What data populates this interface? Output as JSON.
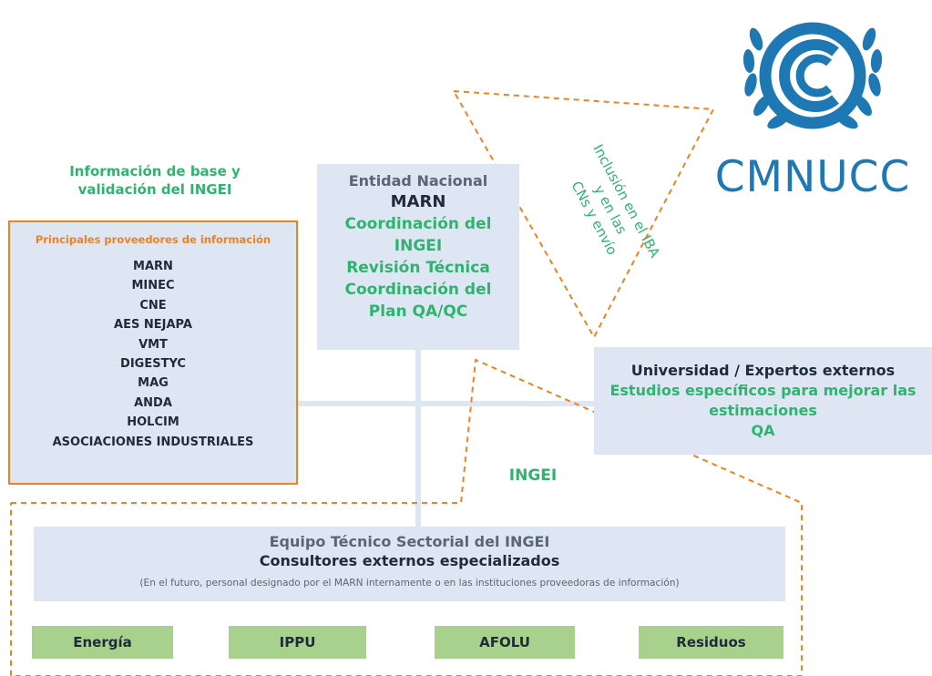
{
  "base_info": {
    "title_line1": "Información de base y",
    "title_line2": "validación del INGEI"
  },
  "providers": {
    "title": "Principales proveedores de información",
    "items": [
      "MARN",
      "MINEC",
      "CNE",
      "AES NEJAPA",
      "VMT",
      "DIGESTYC",
      "MAG",
      "ANDA",
      "HOLCIM",
      "ASOCIACIONES INDUSTRIALES"
    ]
  },
  "entity": {
    "line1": "Entidad Nacional",
    "line2": "MARN",
    "line3": "Coordinación del",
    "line4": "INGEI",
    "line5": "Revisión Técnica",
    "line6": "Coordinación del",
    "line7": "Plan QA/QC"
  },
  "triangle_label": {
    "line1": "Inclusión en el IBA",
    "line2": "y en las",
    "line3": "CNs y envío"
  },
  "logo": {
    "text": "CMNUCC"
  },
  "university": {
    "line1": "Universidad / Expertos externos",
    "line2": "Estudios específicos para mejorar las",
    "line3": "estimaciones",
    "line4": "QA"
  },
  "ingei_label": "INGEI",
  "team": {
    "title": "Equipo Técnico Sectorial del INGEI",
    "subtitle": "Consultores externos especializados",
    "note": "(En el futuro, personal designado por el MARN internamente o en las instituciones proveedoras de información)"
  },
  "sectors": [
    "Energía",
    "IPPU",
    "AFOLU",
    "Residuos"
  ],
  "colors": {
    "orange": "#f0811f",
    "green": "#2fb36f",
    "navy": "#1f2a3a",
    "box": "#dde6f2",
    "sector": "#a9d18e",
    "logo_blue": "#1e78b4"
  }
}
